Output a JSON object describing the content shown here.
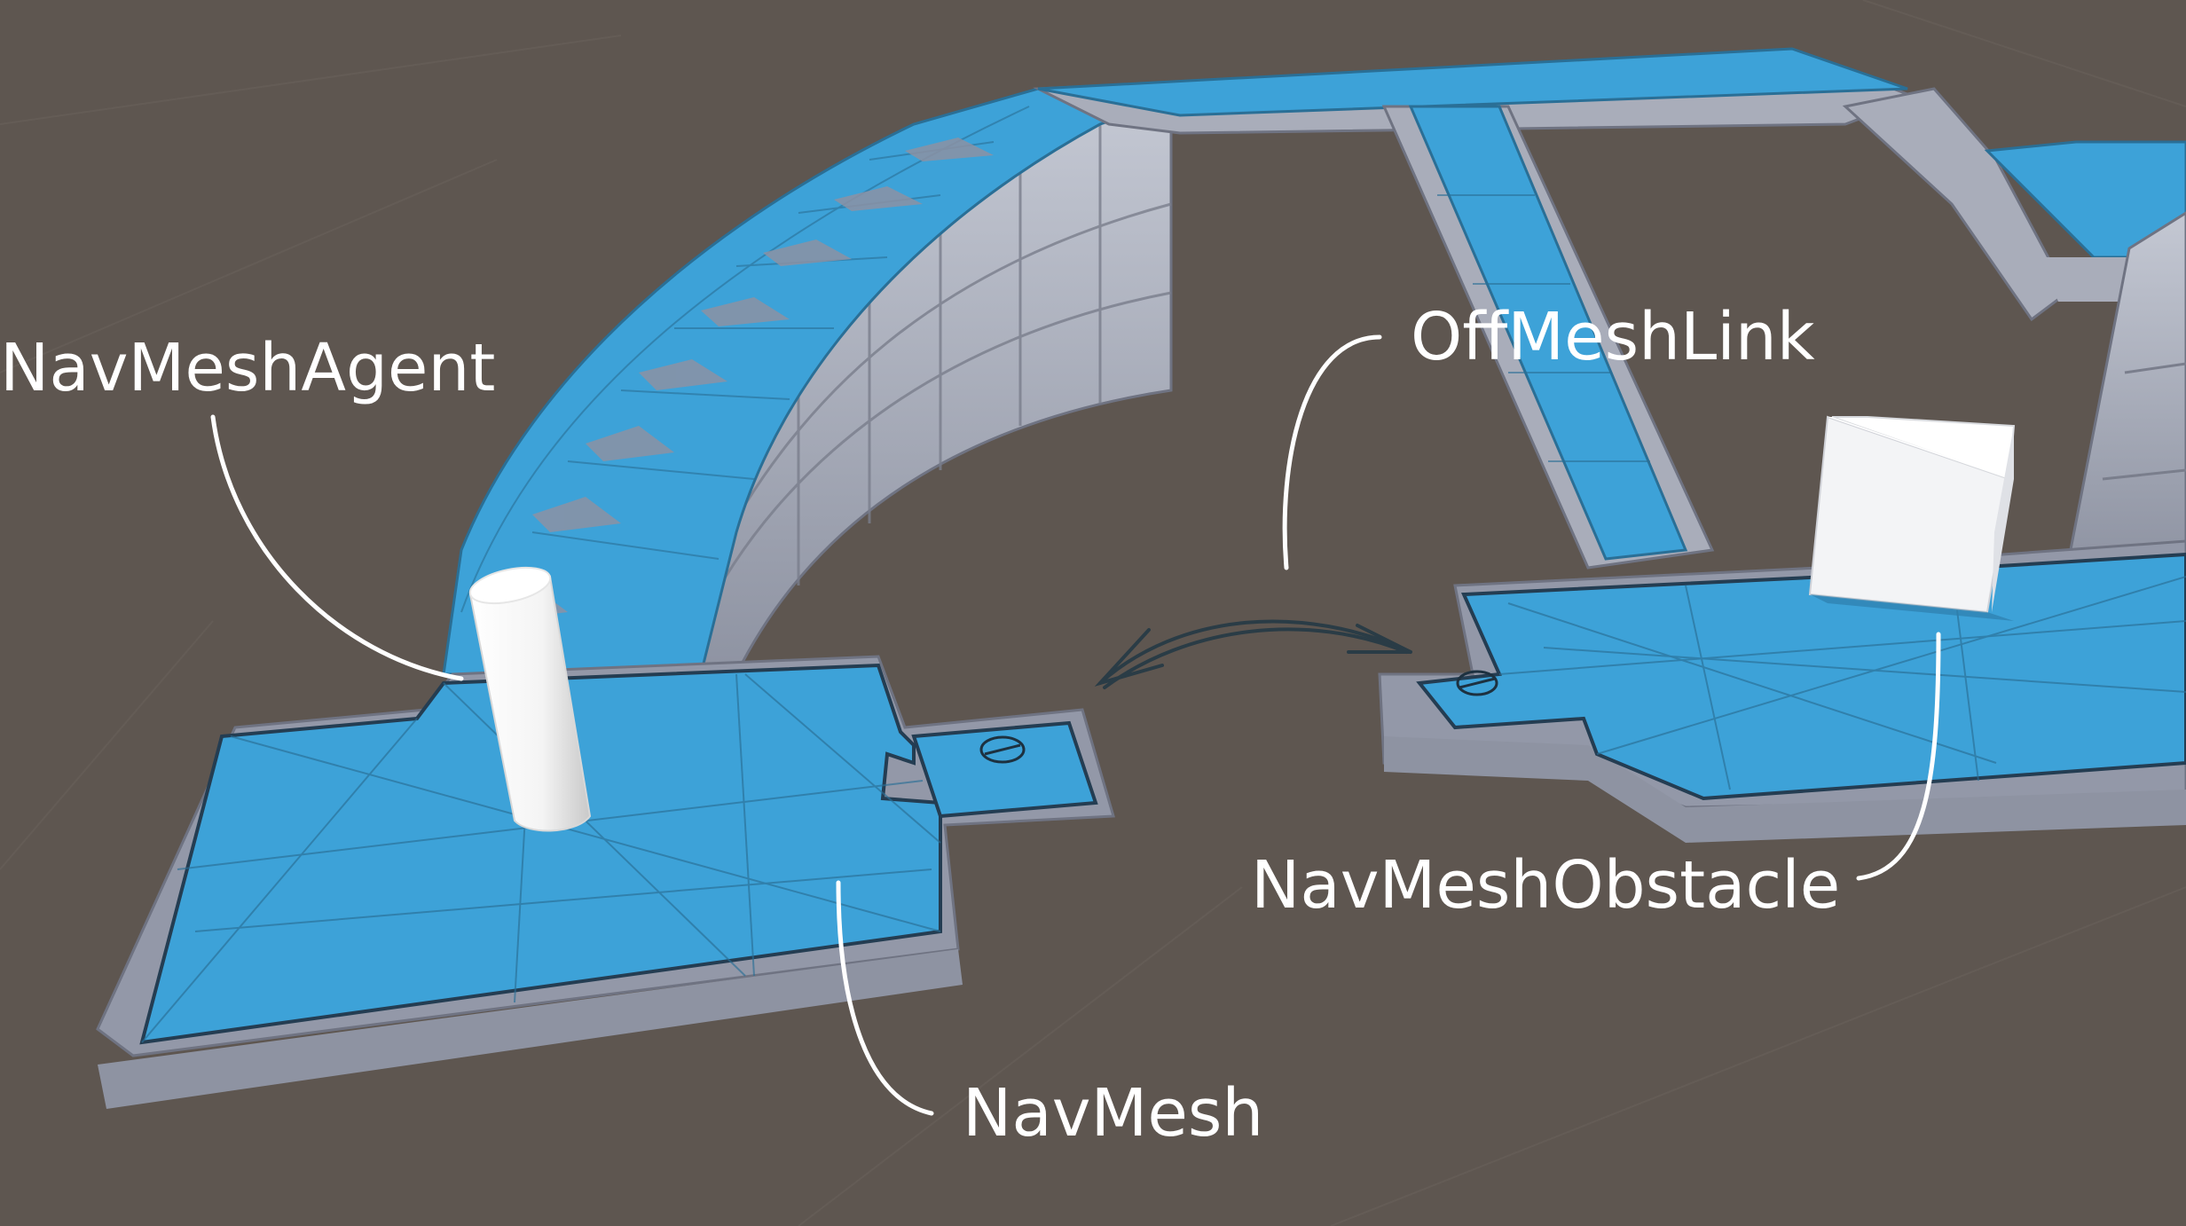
{
  "labels": {
    "agent": "NavMeshAgent",
    "offmeshlink": "OffMeshLink",
    "obstacle": "NavMeshObstacle",
    "navmesh": "NavMesh"
  },
  "colors": {
    "background": "#5e5650",
    "navmesh_fill": "#3da2d8",
    "wall": "#a7abb8",
    "agent": "#f2f2f2",
    "obstacle": "#f3f4f6",
    "label": "#ffffff"
  }
}
